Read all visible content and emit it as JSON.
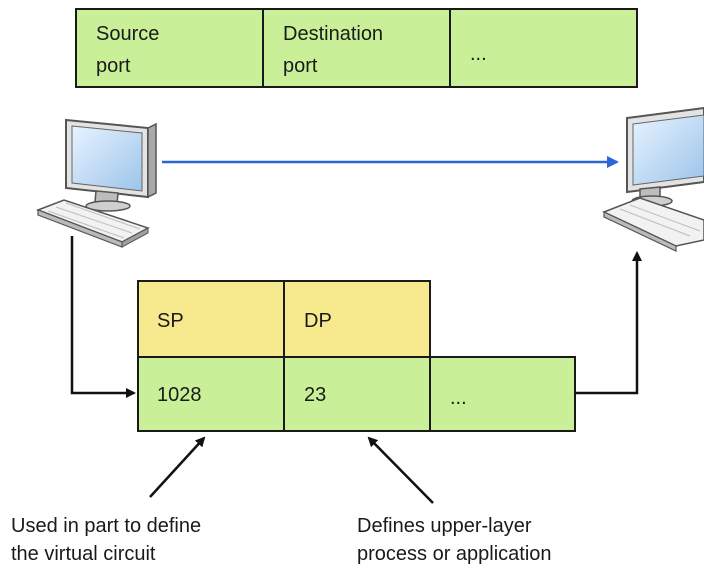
{
  "header_segment": {
    "cell_1_line_1": "Source",
    "cell_1_line_2": "port",
    "cell_2_line_1": "Destination",
    "cell_2_line_2": "port",
    "cell_3": "..."
  },
  "segment": {
    "sp_label": "SP",
    "dp_label": "DP",
    "sp_value": "1028",
    "dp_value": "23",
    "more": "..."
  },
  "captions": {
    "left_line_1": "Used in part to define",
    "left_line_2": "the virtual circuit",
    "right_line_1": "Defines upper-layer",
    "right_line_2": "process or application"
  },
  "colors": {
    "cell_green": "#c9f098",
    "cell_yellow": "#f7e98e",
    "flow_arrow": "#2a66d8",
    "line": "#111111"
  }
}
